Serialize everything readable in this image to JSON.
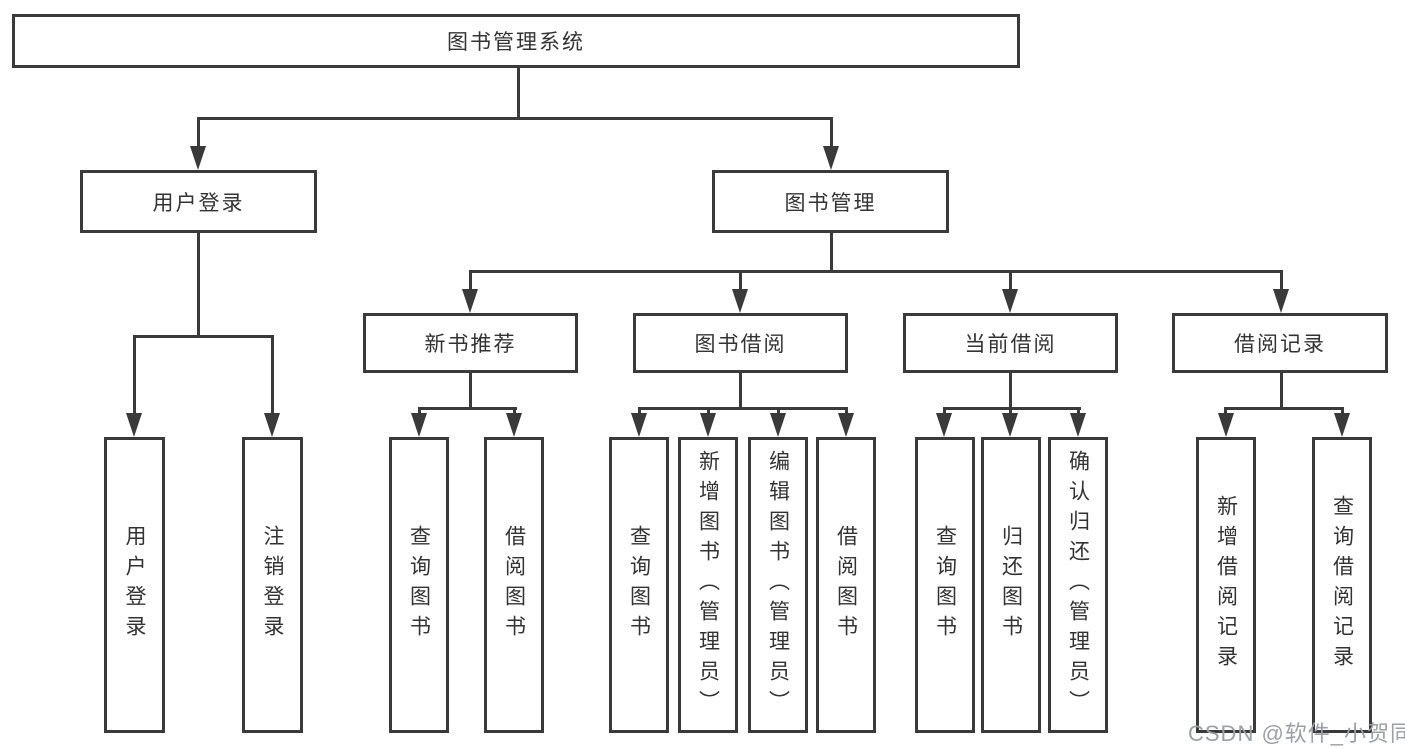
{
  "root": {
    "label": "图书管理系统"
  },
  "branches": {
    "user_login": {
      "label": "用户登录"
    },
    "book_mgmt": {
      "label": "图书管理"
    }
  },
  "modules": {
    "new_book_rec": {
      "label": "新书推荐"
    },
    "book_borrow": {
      "label": "图书借阅"
    },
    "current_borrow": {
      "label": "当前借阅"
    },
    "borrow_records": {
      "label": "借阅记录"
    }
  },
  "functions": {
    "login": {
      "label": "用户登录"
    },
    "logout": {
      "label": "注销登录"
    },
    "newbook_query": {
      "label": "查询图书"
    },
    "newbook_borrow": {
      "label": "借阅图书"
    },
    "borrow_query": {
      "label": "查询图书"
    },
    "borrow_add": {
      "label": "新增图书（管理员）"
    },
    "borrow_edit": {
      "label": "编辑图书（管理员）"
    },
    "borrow_borrow": {
      "label": "借阅图书"
    },
    "current_query": {
      "label": "查询图书"
    },
    "current_return": {
      "label": "归还图书"
    },
    "current_confirm": {
      "label": "确认归还（管理员）"
    },
    "records_add": {
      "label": "新增借阅记录"
    },
    "records_query": {
      "label": "查询借阅记录"
    }
  },
  "watermark": "CSDN @软件_小贺同学",
  "colors": {
    "line": "#3a3a3a",
    "text": "#333333",
    "watermark": "#9aa0a6",
    "background": "#ffffff"
  }
}
